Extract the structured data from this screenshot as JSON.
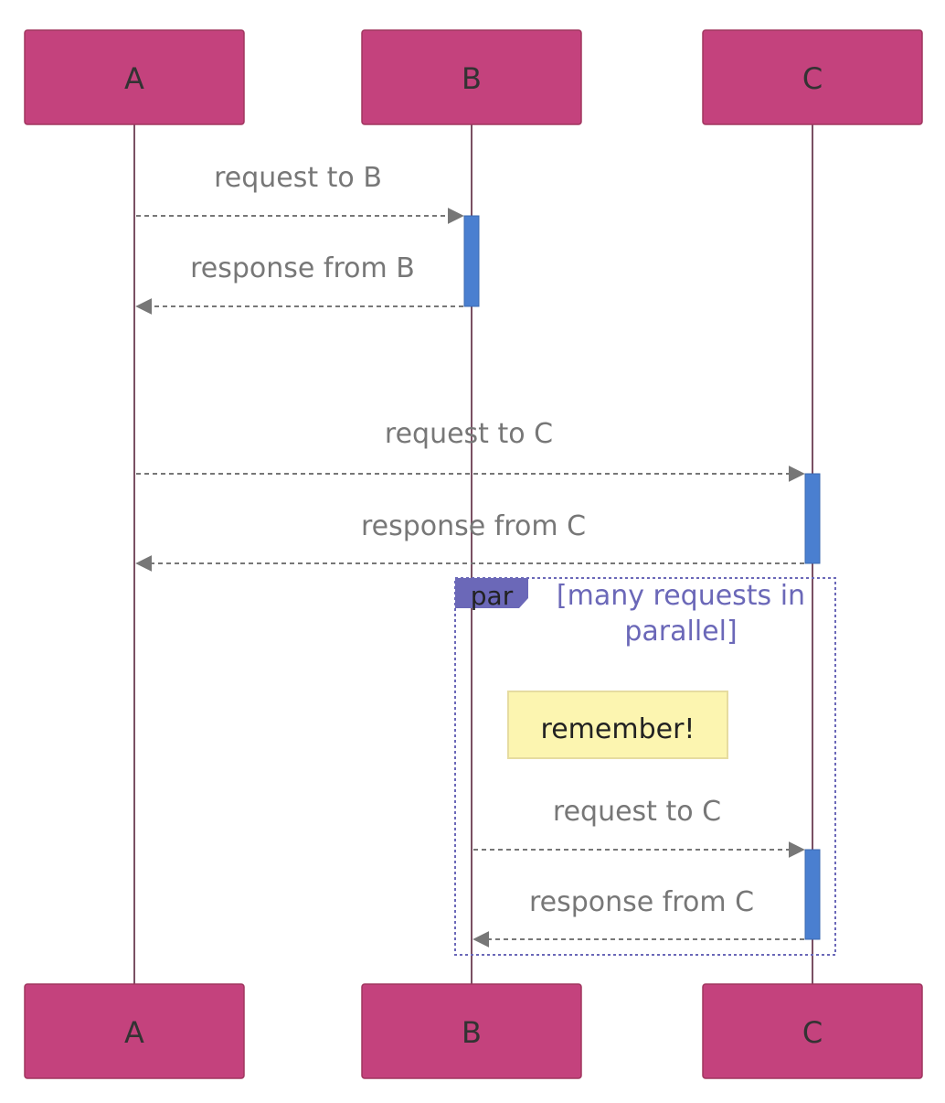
{
  "diagram": {
    "type": "sequence",
    "participants": [
      {
        "id": "A",
        "label": "A"
      },
      {
        "id": "B",
        "label": "B"
      },
      {
        "id": "C",
        "label": "C"
      }
    ],
    "messages": [
      {
        "from": "A",
        "to": "B",
        "label": "request to B",
        "style": "dotted"
      },
      {
        "from": "B",
        "to": "A",
        "label": "response from B",
        "style": "dotted"
      },
      {
        "from": "A",
        "to": "C",
        "label": "request to C",
        "style": "dotted"
      },
      {
        "from": "C",
        "to": "A",
        "label": "response from C",
        "style": "dotted"
      },
      {
        "from": "B",
        "to": "C",
        "label": "request to C",
        "style": "dotted"
      },
      {
        "from": "C",
        "to": "B",
        "label": "response from C",
        "style": "dotted"
      }
    ],
    "par_block": {
      "keyword": "par",
      "condition_line1": "[many requests in",
      "condition_line2": "parallel]"
    },
    "note": {
      "text": "remember!"
    },
    "colors": {
      "actor_fill": "#c4427d",
      "actor_stroke": "#a0365f",
      "lifeline": "#7a5063",
      "activation": "#4a7fd0",
      "message_line": "#777777",
      "par_border": "#6b68b8",
      "par_label_fill": "#6b68b8",
      "note_fill": "#fcf5b0",
      "note_stroke": "#e6dca0"
    }
  }
}
